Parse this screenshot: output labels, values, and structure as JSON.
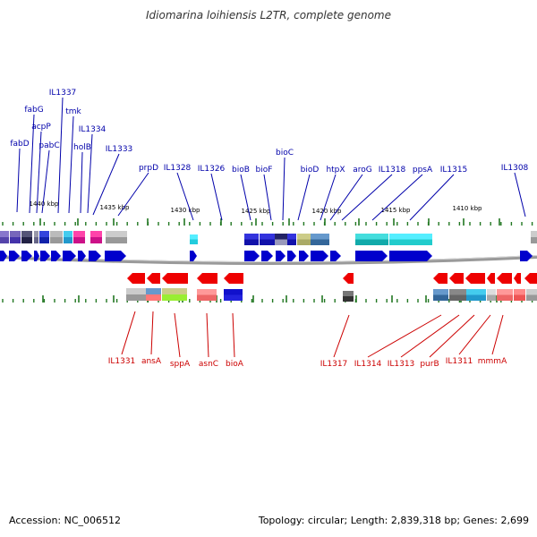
{
  "title": "Idiomarina loihiensis L2TR, complete genome",
  "footer": {
    "accession": "Accession: NC_006512",
    "info": "Topology: circular; Length: 2,839,318 bp; Genes: 2,699"
  },
  "colors": {
    "forward": "#0000cc",
    "reverse": "#ee0000",
    "backbone": "#888888",
    "tick": "#227722",
    "forward_label": "#0000aa",
    "reverse_label": "#cc0000"
  },
  "tick_labels": [
    "1440 kbp",
    "1435 kbp",
    "1430 kbp",
    "1425 kbp",
    "1420 kbp",
    "1415 kbp",
    "1410 kbp"
  ],
  "forward_labels": [
    "fabD",
    "fabG",
    "acpP",
    "pabC",
    "IL1337",
    "tmk",
    "holB",
    "IL1334",
    "IL1333",
    "prpD",
    "IL1328",
    "IL1326",
    "bioB",
    "bioF",
    "bioC",
    "bioD",
    "htpX",
    "aroG",
    "IL1318",
    "ppsA",
    "IL1315",
    "IL1308"
  ],
  "reverse_labels": [
    "IL1331",
    "ansA",
    "sppA",
    "asnC",
    "bioA",
    "IL1317",
    "IL1314",
    "IL1313",
    "purB",
    "IL1311",
    "mmmA"
  ]
}
